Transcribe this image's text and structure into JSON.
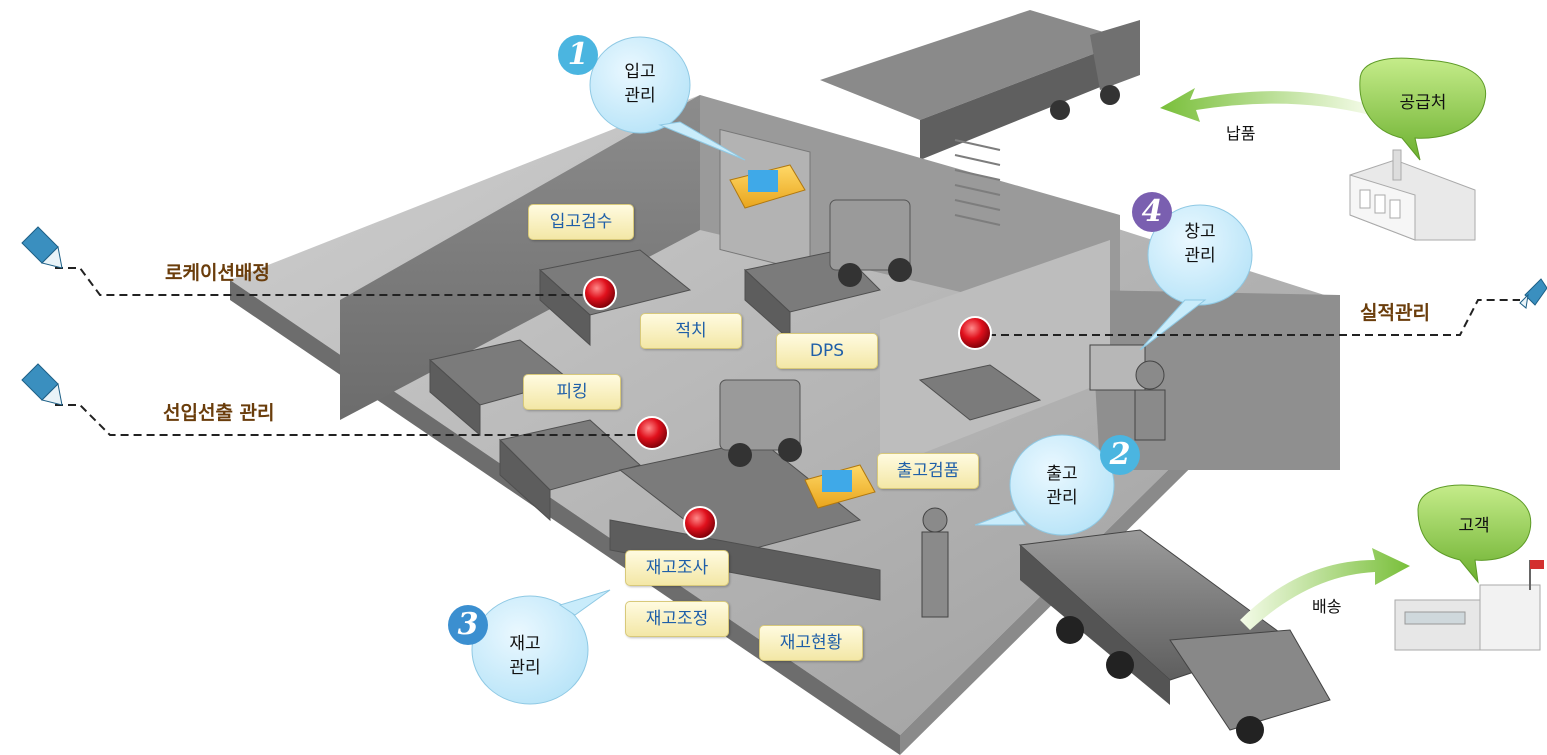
{
  "areas": [
    {
      "num": "1",
      "line1": "입고",
      "line2": "관리",
      "color": "#4bb5e0"
    },
    {
      "num": "2",
      "line1": "출고",
      "line2": "관리",
      "color": "#4bb5e0"
    },
    {
      "num": "3",
      "line1": "재고",
      "line2": "관리",
      "color": "#3b8fd0"
    },
    {
      "num": "4",
      "line1": "창고",
      "line2": "관리",
      "color": "#7a5fb0"
    }
  ],
  "tags": {
    "inspection": "입고검수",
    "putaway": "적치",
    "dps": "DPS",
    "picking": "피킹",
    "outbound_inspection": "출고검품",
    "stock_survey": "재고조사",
    "stock_adjust": "재고조정",
    "stock_status": "재고현황"
  },
  "features": {
    "location": "로케이션배정",
    "fifo": "선입선출 관리",
    "performance": "실적관리"
  },
  "flows": {
    "delivery_in": "납품",
    "shipping": "배송"
  },
  "parties": {
    "supplier": "공급처",
    "customer": "고객"
  },
  "colors": {
    "tag_text": "#1f5fa8",
    "feature_text": "#6a3d0b",
    "bubble": "#c9ecfb",
    "green": "#8fcf4d",
    "marker": "#d8101a"
  }
}
